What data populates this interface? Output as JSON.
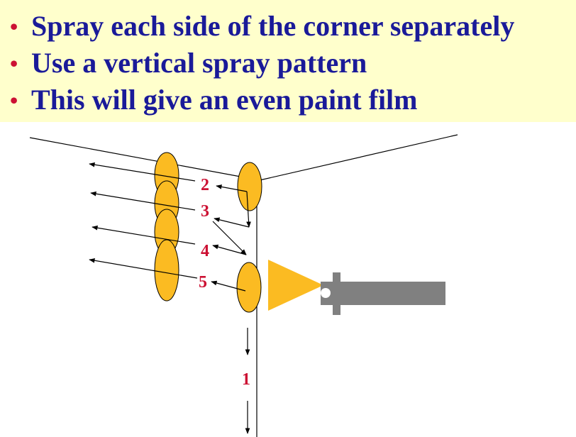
{
  "bullets": [
    "Spray each side of the corner separately",
    "Use a vertical spray pattern",
    "This will give an even paint film"
  ],
  "labels": {
    "step_1": "1",
    "step_2": "2",
    "step_3": "3",
    "step_4": "4",
    "step_5": "5"
  },
  "colors": {
    "background": "#ffffff",
    "banner": "#ffffcc",
    "bullet_text": "#1a1a99",
    "bullet_dot": "#cc1133",
    "step_number": "#cc1133",
    "spray_pattern": "#fbbb22",
    "spray_gun": "#808080"
  }
}
